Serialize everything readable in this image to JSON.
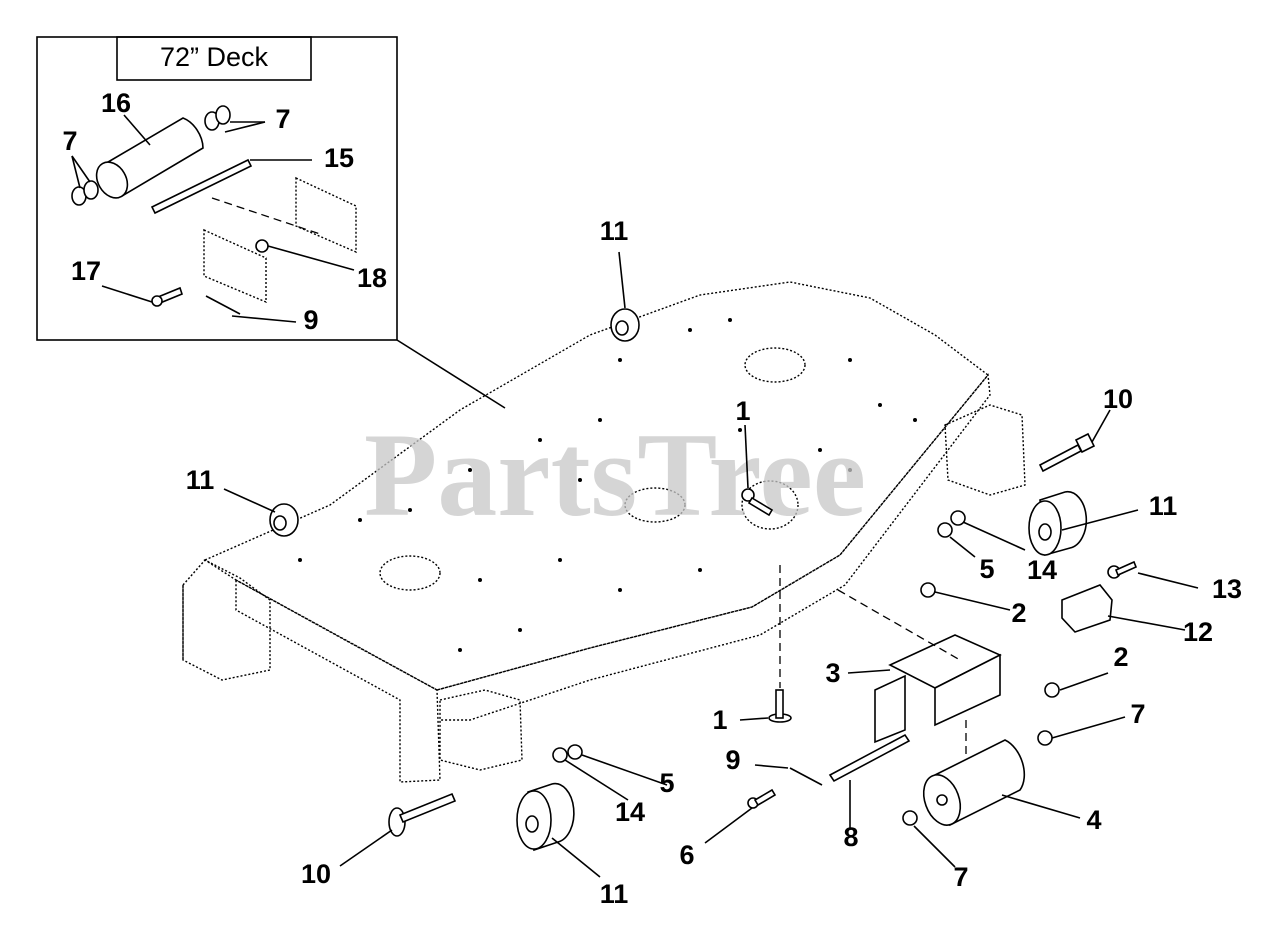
{
  "inset": {
    "title": "72” Deck"
  },
  "watermark": "PartsTree",
  "callouts": {
    "c16": "16",
    "c7_inset_right": "7",
    "c7_inset_left": "7",
    "c15": "15",
    "c17": "17",
    "c18": "18",
    "c9_inset": "9",
    "c11_top": "11",
    "c11_left": "11",
    "c11_right": "11",
    "c11_bottom": "11",
    "c1_top": "1",
    "c1_bottom": "1",
    "c10_right": "10",
    "c10_left": "10",
    "c5_right": "5",
    "c5_bottom": "5",
    "c14_right": "14",
    "c14_bottom": "14",
    "c13": "13",
    "c2_top": "2",
    "c2_bottom": "2",
    "c12": "12",
    "c3": "3",
    "c7_right": "7",
    "c7_bottom": "7",
    "c9": "9",
    "c4": "4",
    "c8": "8",
    "c6": "6"
  }
}
